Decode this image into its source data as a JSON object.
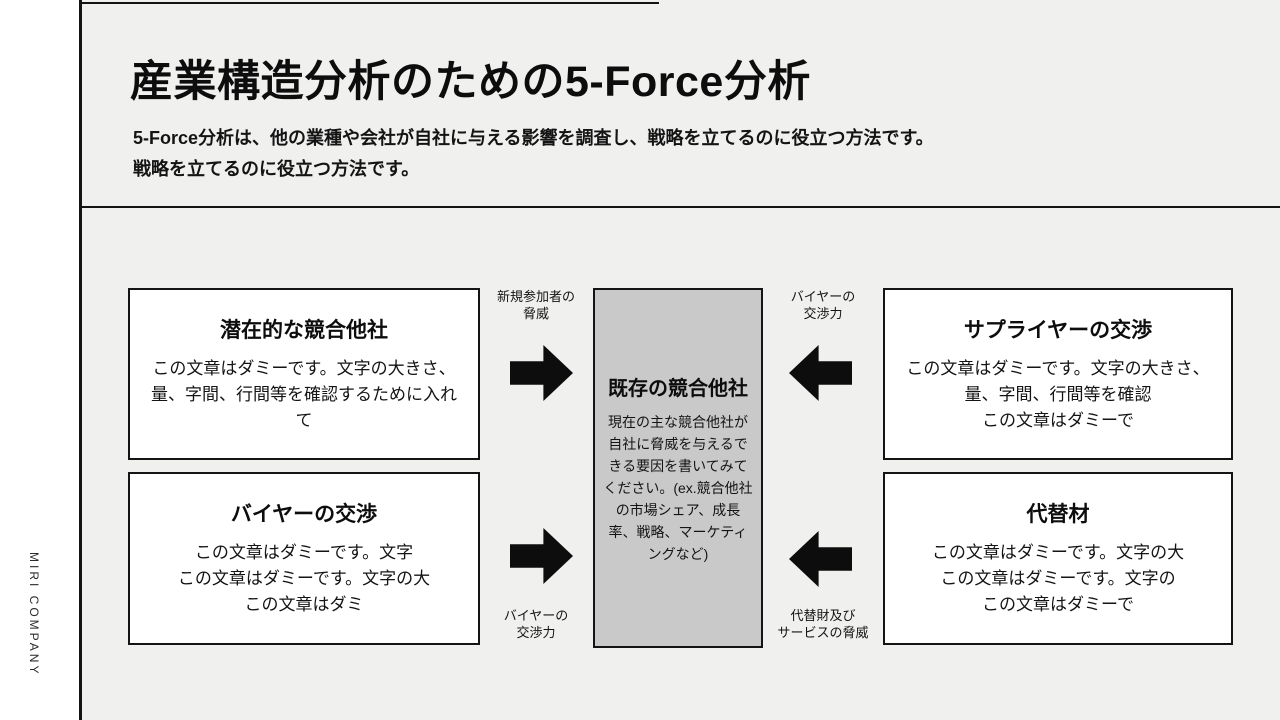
{
  "sidebar": {
    "company_name": "MIRI COMPANY"
  },
  "header": {
    "title": "産業構造分析のための5-Force分析",
    "subtitle_line1": "5-Force分析は、他の業種や会社が自社に与える影響を調査し、戦略を立てるのに役立つ方法です。",
    "subtitle_line2": "戦略を立てるのに役立つ方法です。"
  },
  "diagram": {
    "boxes": {
      "top_left": {
        "title": "潜在的な競合他社",
        "paragraphs": [
          "この文章はダミーです。文字の大きさ、量、字間、行間等を確認するために入れて"
        ]
      },
      "bottom_left": {
        "title": "バイヤーの交渉",
        "paragraphs": [
          "この文章はダミーです。文字",
          "この文章はダミーです。文字の大",
          "この文章はダミ"
        ]
      },
      "center": {
        "title": "既存の競合他社",
        "paragraphs": [
          "現在の主な競合他社が自社に脅威を与えるできる要因を書いてみてください。(ex.競合他社の市場シェア、成長率、戦略、マーケティングなど)"
        ]
      },
      "top_right": {
        "title": "サプライヤーの交渉",
        "paragraphs": [
          "この文章はダミーです。文字の大きさ、量、字間、行間等を確認",
          "この文章はダミーで"
        ]
      },
      "bottom_right": {
        "title": "代替材",
        "paragraphs": [
          "この文章はダミーです。文字の大",
          "この文章はダミーです。文字の",
          "この文章はダミーで"
        ]
      }
    },
    "arrow_labels": {
      "top_left": {
        "line1": "新規参加者の",
        "line2": "脅威"
      },
      "top_right": {
        "line1": "バイヤーの",
        "line2": "交渉力"
      },
      "bottom_left": {
        "line1": "バイヤーの",
        "line2": "交渉力"
      },
      "bottom_right": {
        "line1": "代替財及び",
        "line2": "サービスの脅威"
      }
    }
  },
  "colors": {
    "page_background": "#ffffff",
    "panel_background": "#f0f0ef",
    "box_background": "#ffffff",
    "center_box_background": "#c9c9c9",
    "border_line": "#141414",
    "text": "#111111"
  }
}
